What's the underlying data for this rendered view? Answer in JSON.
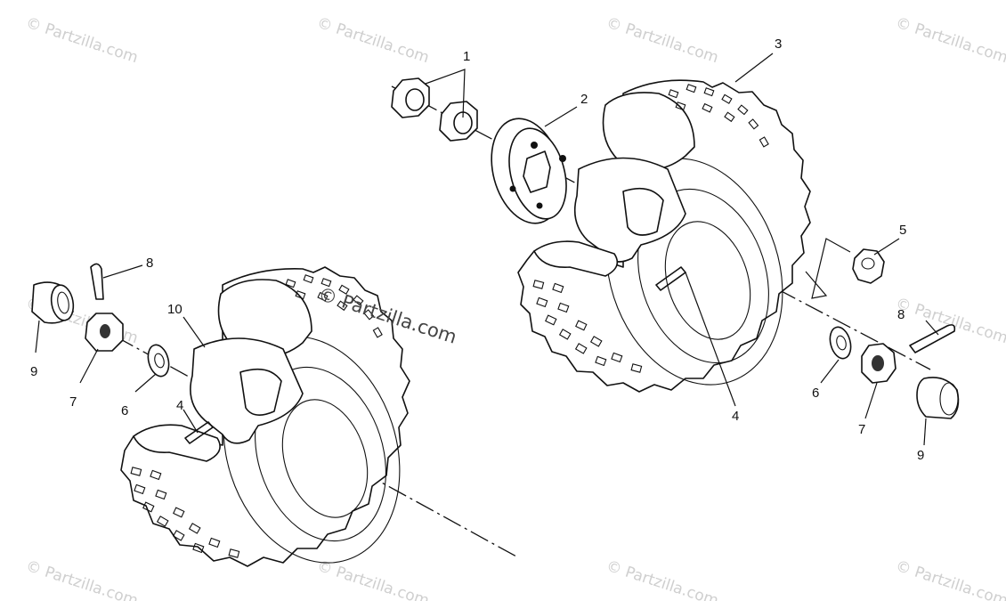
{
  "watermarks": {
    "repeat_text": "© Partzilla.com",
    "center_text": "© Partzilla.com"
  },
  "callouts": {
    "c1": "1",
    "c2": "2",
    "c3": "3",
    "c4_left": "4",
    "c4_right": "4",
    "c5": "5",
    "c6_left": "6",
    "c6_right": "6",
    "c7_left": "7",
    "c7_right": "7",
    "c8_left": "8",
    "c8_right": "8",
    "c9_left": "9",
    "c9_right": "9",
    "c10": "10"
  },
  "colors": {
    "line": "#111111",
    "watermark": "#cfcfcf",
    "background": "#ffffff"
  }
}
